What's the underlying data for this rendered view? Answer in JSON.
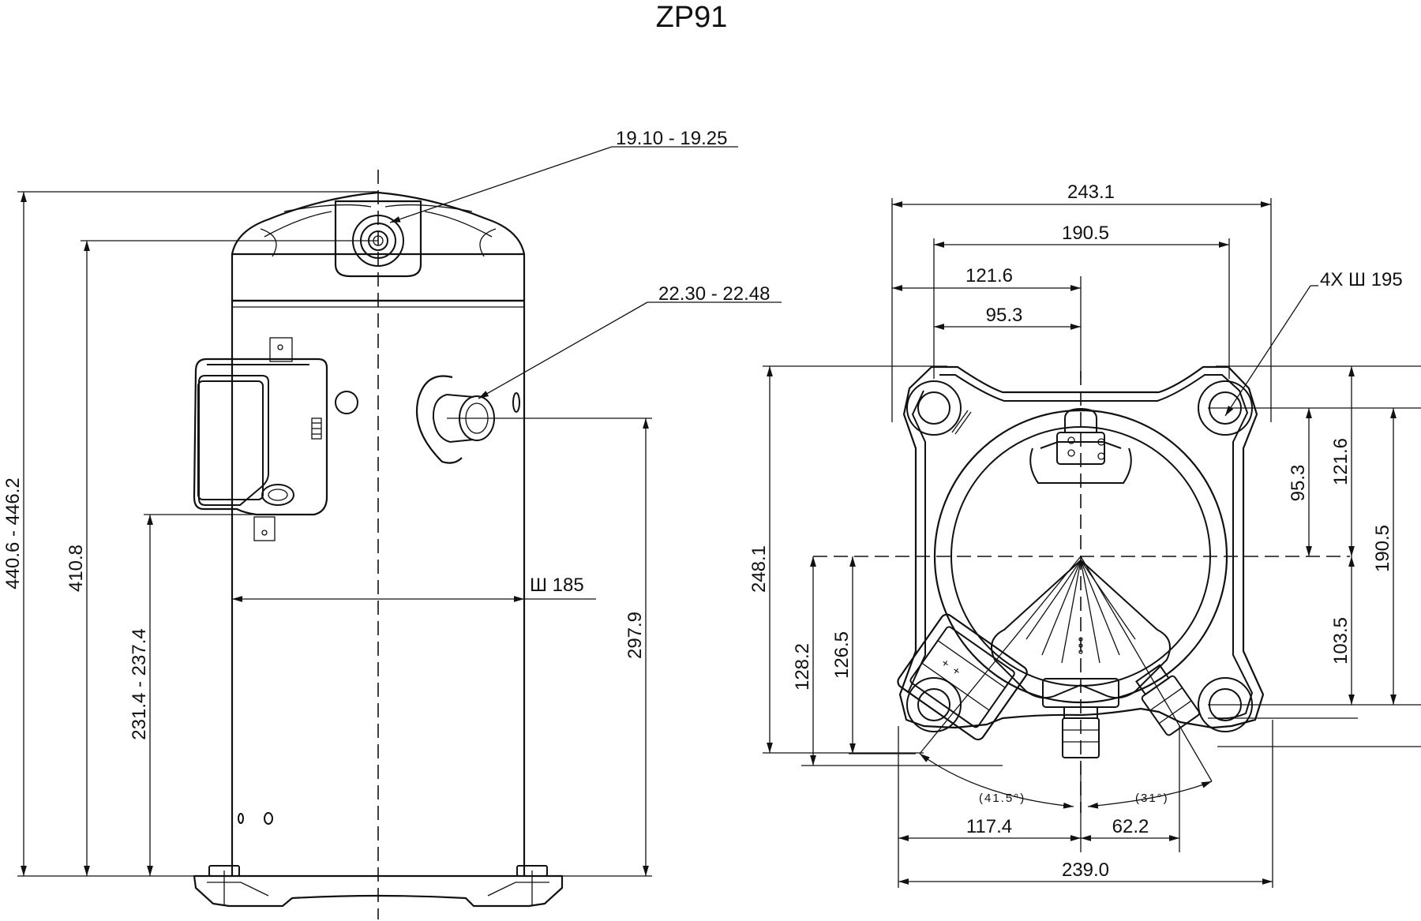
{
  "title": "ZP91",
  "side_view": {
    "labels": {
      "suction_tube": "19.10 - 19.25",
      "discharge_tube": "22.30 - 22.48",
      "shell_diameter": "Ш 185",
      "overall_height": "440.6 - 446.2",
      "height_410": "410.8",
      "height_231": "231.4 - 237.4",
      "height_297": "297.9"
    }
  },
  "plan_view": {
    "labels": {
      "width_243": "243.1",
      "width_190": "190.5",
      "width_121": "121.6",
      "width_95": "95.3",
      "mount_holes": "4X Ш 195",
      "depth_248": "248.1",
      "depth_128": "128.2",
      "depth_126": "126.5",
      "right_95": "95.3",
      "right_121": "121.6",
      "right_190": "190.5",
      "right_103": "103.5",
      "angle_left": "(41.5°)",
      "angle_right": "(31°)",
      "bottom_117": "117.4",
      "bottom_62": "62.2",
      "bottom_239": "239.0"
    }
  }
}
